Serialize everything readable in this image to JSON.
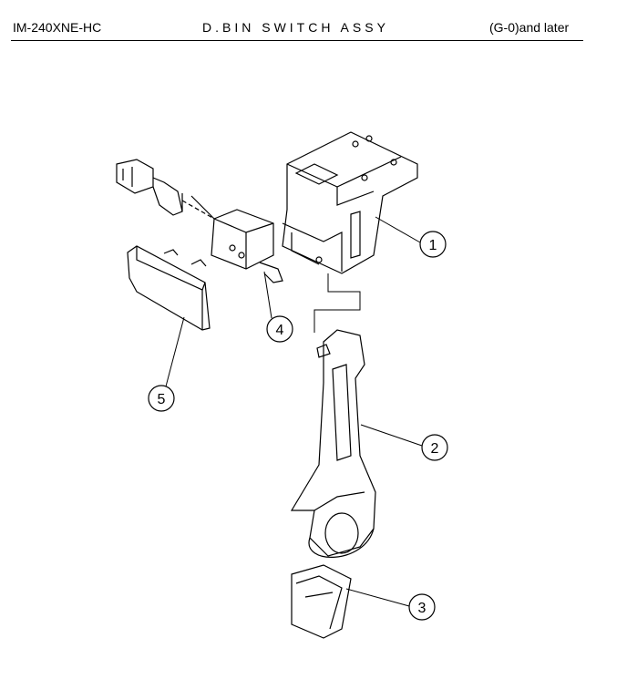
{
  "header": {
    "model": "IM-240XNE-HC",
    "title": "D.BIN SWITCH ASSY",
    "revision": "(G-0)and later"
  },
  "callouts": [
    {
      "number": "1"
    },
    {
      "number": "2"
    },
    {
      "number": "3"
    },
    {
      "number": "4"
    },
    {
      "number": "5"
    }
  ]
}
